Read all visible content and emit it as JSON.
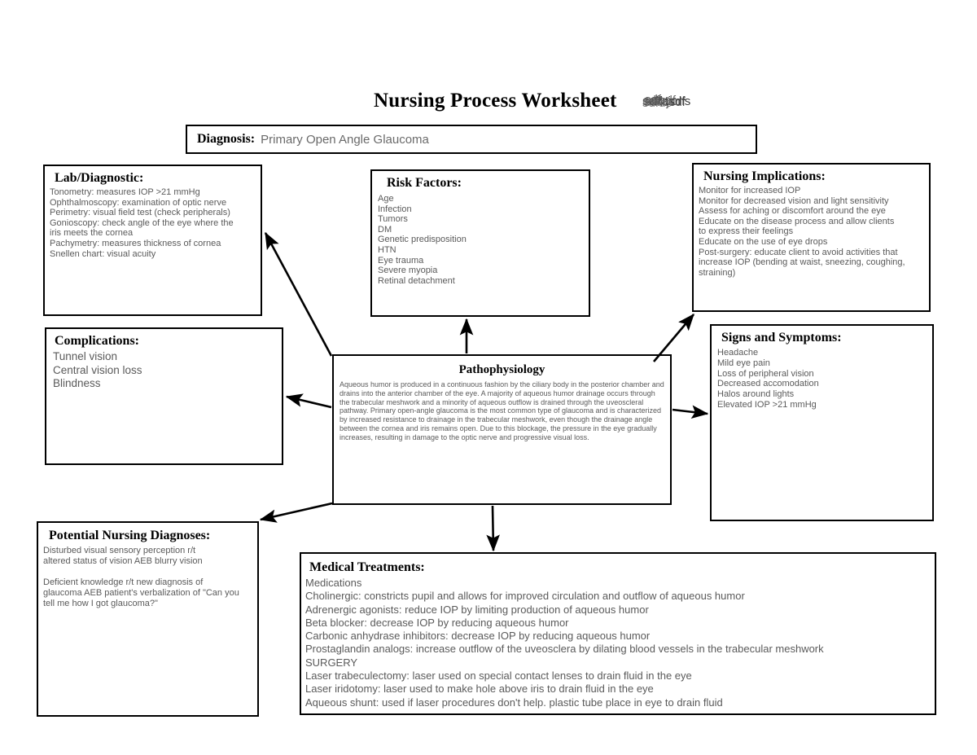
{
  "page": {
    "title": "Nursing Process Worksheet",
    "scribble_overlay": [
      "solutions",
      "sdfkjsdf",
      "sdfsdf",
      "sdfasdf",
      "sdfds",
      "sdf"
    ]
  },
  "diagnosis": {
    "label": "Diagnosis:",
    "value": "Primary Open Angle Glaucoma"
  },
  "lab": {
    "title": "Lab/Diagnostic:",
    "body": "Tonometry: measures IOP >21 mmHg\nOphthalmoscopy: examination of optic nerve\nPerimetry: visual field test (check peripherals)\nGonioscopy: check angle of the eye where the\niris meets the cornea\nPachymetry: measures thickness of cornea\nSnellen chart: visual acuity"
  },
  "risk_factors": {
    "title": "Risk Factors:",
    "body": "Age\nInfection\nTumors\nDM\nGenetic predisposition\nHTN\nEye trauma\nSevere myopia\nRetinal detachment"
  },
  "nursing_implications": {
    "title": "Nursing Implications:",
    "body": "Monitor for increased IOP\nMonitor for decreased vision and light sensitivity\nAssess for aching or discomfort around the eye\nEducate on the disease process and allow clients\nto express their feelings\nEducate on the use of eye drops\nPost-surgery: educate client to avoid activities that\nincrease IOP (bending at waist, sneezing, coughing,\nstraining)"
  },
  "complications": {
    "title": "Complications:",
    "body": "Tunnel vision\nCentral vision loss\nBlindness"
  },
  "signs_symptoms": {
    "title": "Signs and Symptoms:",
    "body": "Headache\nMild eye pain\nLoss of peripheral vision\nDecreased accomodation\nHalos around lights\nElevated IOP >21 mmHg"
  },
  "pathophysiology": {
    "title": "Pathophysiology",
    "body": "Aqueous humor is produced in a continuous fashion by the ciliary body in the posterior chamber and drains into the anterior chamber of the eye. A majority of aqueous humor drainage occurs through the trabecular meshwork and a minority of aqueous outflow is drained through the uveoscleral pathway. Primary open-angle glaucoma is the most common type of glaucoma and is characterized by increased resistance to drainage in the trabecular meshwork, even though the drainage angle between the cornea and iris remains open. Due to this blockage, the pressure in the eye gradually increases, resulting in damage to the optic nerve and progressive visual loss."
  },
  "potential_nursing_diagnoses": {
    "title": "Potential Nursing Diagnoses:",
    "body": "Disturbed visual sensory perception r/t\naltered status of vision AEB blurry vision\n\nDeficient knowledge r/t new diagnosis of\nglaucoma AEB patient's verbalization of \"Can you\ntell me how I got glaucoma?\""
  },
  "medical_treatments": {
    "title": "Medical Treatments:",
    "body": "Medications\nCholinergic: constricts pupil and allows for improved circulation and outflow of aqueous humor\nAdrenergic agonists: reduce IOP by limiting production of aqueous humor\nBeta blocker: decrease IOP by reducing aqueous humor\nCarbonic anhydrase inhibitors: decrease IOP by reducing aqueous humor\nProstaglandin analogs: increase outflow of the uveosclera by dilating blood vessels in the trabecular meshwork\nSURGERY\nLaser trabeculectomy: laser used on special contact lenses to drain fluid in the eye\nLaser iridotomy: laser used to make hole above iris to drain fluid in the eye\nAqueous shunt: used if laser procedures don't help. plastic tube place in eye to drain fluid"
  },
  "connectors": [
    {
      "name": "patho-to-lab",
      "from": "pathophysiology",
      "to": "lab"
    },
    {
      "name": "patho-to-risk-factors",
      "from": "pathophysiology",
      "to": "risk_factors"
    },
    {
      "name": "patho-to-implications",
      "from": "pathophysiology",
      "to": "nursing_implications"
    },
    {
      "name": "patho-to-complications",
      "from": "pathophysiology",
      "to": "complications"
    },
    {
      "name": "patho-to-signs",
      "from": "pathophysiology",
      "to": "signs_symptoms"
    },
    {
      "name": "patho-to-diagnoses",
      "from": "pathophysiology",
      "to": "potential_nursing_diagnoses"
    },
    {
      "name": "patho-to-treatments",
      "from": "pathophysiology",
      "to": "medical_treatments"
    }
  ],
  "colors": {
    "border": "#000000",
    "heading_text": "#000000",
    "body_text": "#5a5a5a",
    "background": "#ffffff"
  }
}
